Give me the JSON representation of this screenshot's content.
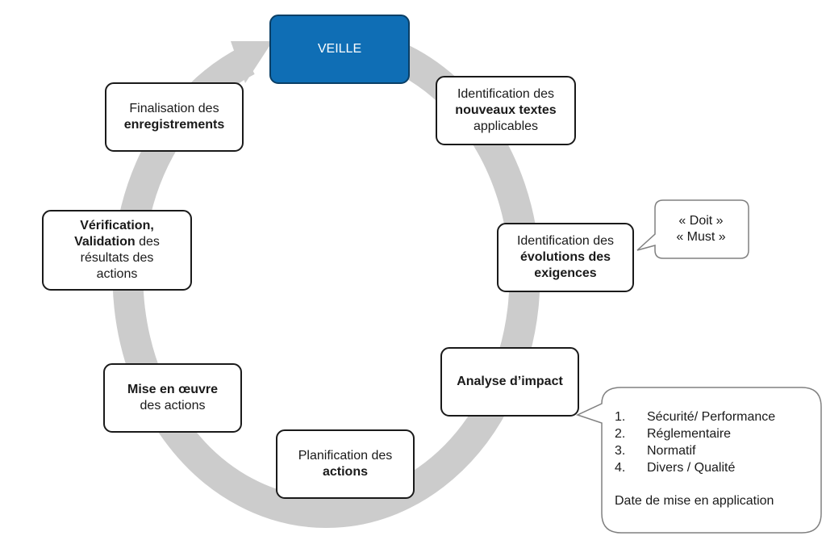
{
  "colors": {
    "ring": "#cccccc",
    "veille_fill": "#0f6eb5",
    "veille_border": "#0a3f66",
    "box_border": "#1a1a1a",
    "callout_border": "#808080"
  },
  "steps": {
    "veille": {
      "text": "VEILLE"
    },
    "identification_textes": {
      "pre": "Identification des",
      "bold": "nouveaux textes",
      "post": "applicables"
    },
    "identification_exigences": {
      "pre": "Identification des",
      "bold1": "évolutions des",
      "bold2": "exigences"
    },
    "analyse": {
      "bold": "Analyse d’impact"
    },
    "planification": {
      "pre": "Planification des",
      "bold": "actions"
    },
    "mise_en_oeuvre": {
      "bold": "Mise en œuvre",
      "post": "des actions"
    },
    "verification": {
      "bold1": "Vérification,",
      "bold2": "Validation",
      "rest": " des",
      "line3": "résultats des",
      "line4": "actions"
    },
    "finalisation": {
      "pre": "Finalisation des",
      "bold": "enregistrements"
    }
  },
  "callouts": {
    "must": {
      "line1": "« Doit »",
      "line2": "« Must  »"
    },
    "impact": {
      "items": [
        {
          "num": "1.",
          "label": "Sécurité/ Performance"
        },
        {
          "num": "2.",
          "label": "Réglementaire"
        },
        {
          "num": "3.",
          "label": "Normatif"
        },
        {
          "num": "4.",
          "label": "Divers / Qualité"
        }
      ],
      "footer": "Date de mise en application"
    }
  }
}
